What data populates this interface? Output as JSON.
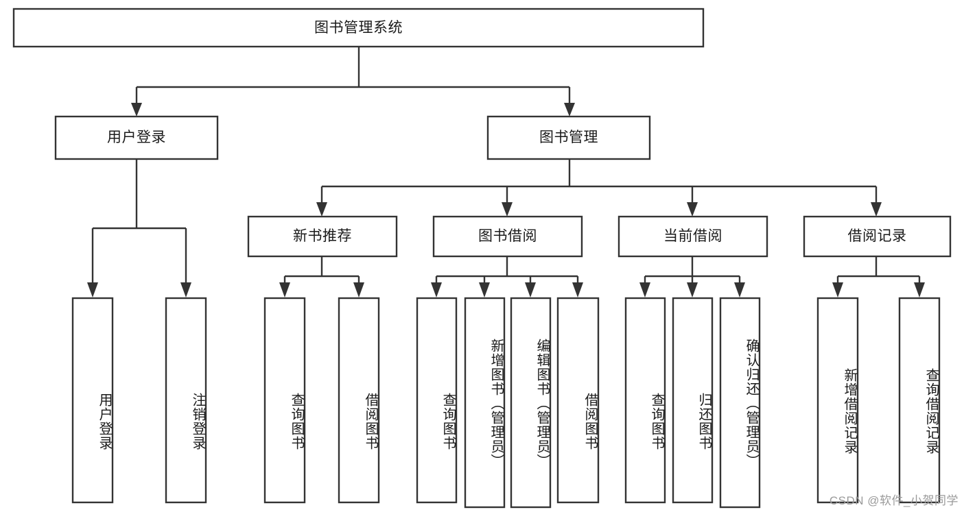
{
  "diagram": {
    "type": "tree-hierarchy",
    "title": "图书管理系统",
    "watermark": "CSDN @软件_小贺同学",
    "colors": {
      "stroke": "#333333",
      "fill": "#ffffff",
      "text": "#1a1a1a",
      "watermark": "#9a9a9a"
    },
    "nodes": {
      "root": {
        "label": "图书管理系统",
        "level": 0,
        "orientation": "horizontal"
      },
      "level1": [
        {
          "id": "user-login",
          "label": "用户登录",
          "orientation": "horizontal"
        },
        {
          "id": "book-manage",
          "label": "图书管理",
          "orientation": "horizontal"
        }
      ],
      "level2": [
        {
          "id": "new-book-recommend",
          "label": "新书推荐",
          "orientation": "horizontal"
        },
        {
          "id": "book-borrow",
          "label": "图书借阅",
          "orientation": "horizontal"
        },
        {
          "id": "current-borrow",
          "label": "当前借阅",
          "orientation": "horizontal"
        },
        {
          "id": "borrow-record",
          "label": "借阅记录",
          "orientation": "horizontal"
        }
      ],
      "leaves": [
        {
          "id": "leaf-user-login",
          "parent": "user-login",
          "label": "用户登录",
          "orientation": "vertical"
        },
        {
          "id": "leaf-user-logout",
          "parent": "user-login",
          "label": "注销登录",
          "orientation": "vertical"
        },
        {
          "id": "leaf-query-book-1",
          "parent": "new-book-recommend",
          "label": "查询图书",
          "orientation": "vertical"
        },
        {
          "id": "leaf-borrow-book-1",
          "parent": "new-book-recommend",
          "label": "借阅图书",
          "orientation": "vertical"
        },
        {
          "id": "leaf-query-book-2",
          "parent": "book-borrow",
          "label": "查询图书",
          "orientation": "vertical"
        },
        {
          "id": "leaf-add-book",
          "parent": "book-borrow",
          "label": "新增图书（管理员）",
          "orientation": "vertical"
        },
        {
          "id": "leaf-edit-book",
          "parent": "book-borrow",
          "label": "编辑图书（管理员）",
          "orientation": "vertical"
        },
        {
          "id": "leaf-borrow-book-2",
          "parent": "book-borrow",
          "label": "借阅图书",
          "orientation": "vertical"
        },
        {
          "id": "leaf-query-book-3",
          "parent": "current-borrow",
          "label": "查询图书",
          "orientation": "vertical"
        },
        {
          "id": "leaf-return-book",
          "parent": "current-borrow",
          "label": "归还图书",
          "orientation": "vertical"
        },
        {
          "id": "leaf-confirm-return",
          "parent": "current-borrow",
          "label": "确认归还（管理员）",
          "orientation": "vertical"
        },
        {
          "id": "leaf-add-record",
          "parent": "borrow-record",
          "label": "新增借阅记录",
          "orientation": "vertical"
        },
        {
          "id": "leaf-query-record",
          "parent": "borrow-record",
          "label": "查询借阅记录",
          "orientation": "vertical"
        }
      ]
    }
  }
}
